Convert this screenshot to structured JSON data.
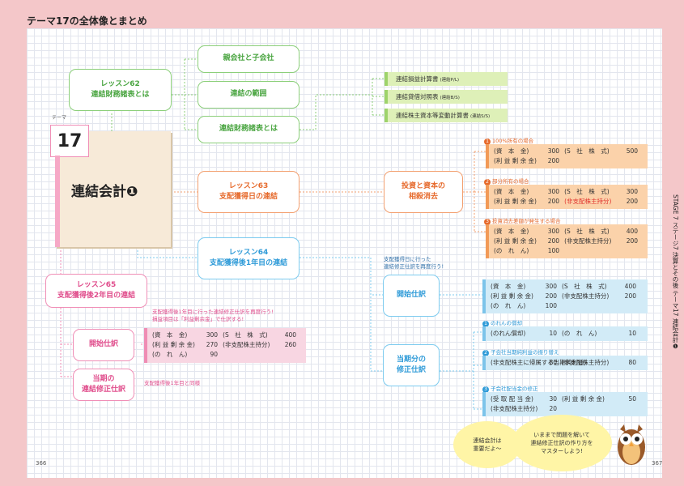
{
  "header": {
    "title": "テーマ17の全体像とまとめ"
  },
  "theme_card": {
    "tag": "テーマ",
    "number": "17",
    "title": "連結会計❶"
  },
  "lessons": {
    "l62": "レッスン62\n連結財務諸表とは",
    "l63": "レッスン63\n支配獲得日の連結",
    "l64": "レッスン64\n支配獲得後1年目の連結",
    "l65": "レッスン65\n支配獲得後2年目の連結"
  },
  "green_boxes": [
    "親会社と子会社",
    "連結の範囲",
    "連結財務諸表とは"
  ],
  "statements": [
    {
      "name": "連結損益計算書",
      "abbr": "(連結P/L)"
    },
    {
      "name": "連結貸借対照表",
      "abbr": "(連結B/S)"
    },
    {
      "name": "連結株主資本等変動計算書",
      "abbr": "(連結S/S)"
    }
  ],
  "orange_center": "投資と資本の\n相殺消去",
  "blue_boxes": {
    "opening": "開始仕訳",
    "current": "当期分の\n修正仕訳"
  },
  "pink_boxes": {
    "opening": "開始仕訳",
    "current": "当期の\n連結修正仕訳"
  },
  "orange_entries": [
    {
      "label": "100%所有の場合",
      "num": "1",
      "rows": [
        [
          "(資　本　金)",
          "300",
          "(S　社　株　式)",
          "500",
          ""
        ],
        [
          "(利 益 剰 余 金)",
          "200",
          "",
          "",
          ""
        ]
      ]
    },
    {
      "label": "部分所有の場合",
      "num": "2",
      "rows": [
        [
          "(資　本　金)",
          "300",
          "(S　社　株　式)",
          "300",
          ""
        ],
        [
          "(利 益 剰 余 金)",
          "200",
          "(非支配株主持分)",
          "200",
          "red"
        ]
      ]
    },
    {
      "label": "投資消去差額が発生する場合",
      "num": "3",
      "rows": [
        [
          "(資　本　金)",
          "300",
          "(S　社　株　式)",
          "400",
          ""
        ],
        [
          "(利 益 剰 余 金)",
          "200",
          "(非支配株主持分)",
          "200",
          ""
        ],
        [
          "(の　れ　ん)",
          "100",
          "",
          "",
          "red"
        ]
      ]
    }
  ],
  "blue_opening_rows": [
    [
      "(資　本　金)",
      "300",
      "(S　社　株　式)",
      "400"
    ],
    [
      "(利 益 剰 余 金)",
      "200",
      "(非支配株主持分)",
      "200"
    ],
    [
      "(の　れ　ん)",
      "100",
      "",
      ""
    ]
  ],
  "blue_current": [
    {
      "num": "1",
      "label": "のれんの償却",
      "rows": [
        [
          "(のれん償却)",
          "10",
          "(の　れ　ん)",
          "10"
        ]
      ]
    },
    {
      "num": "2",
      "label": "子会社当期純利益の振り替え",
      "rows": [
        [
          "(非支配株主に帰属する当期純利益)",
          "80",
          "(非支配株主持分)",
          "80"
        ]
      ]
    },
    {
      "num": "3",
      "label": "子会社配当金の修正",
      "rows": [
        [
          "(受 取 配 当 金)",
          "30",
          "(利 益 剰 余 金)",
          "50"
        ],
        [
          "(非支配株主持分)",
          "20",
          "",
          ""
        ]
      ]
    }
  ],
  "pink_rows": [
    [
      "(資　本　金)",
      "300",
      "(S　社　株　式)",
      "400"
    ],
    [
      "(利 益 剰 余 金)",
      "270",
      "(非支配株主持分)",
      "260"
    ],
    [
      "(の　れ　ん)",
      "90",
      "",
      ""
    ]
  ],
  "notes": {
    "blue_top": "支配獲得日に行った\n連結修正仕訳を再度行う!",
    "pink_top": "支配獲得後1年目に行った連結修正仕訳を再度行う!\n損益項目は「利益剰余金」で仕訳する!",
    "pink_side": "支配獲得後1年目と同様"
  },
  "bubbles": {
    "left": "連結会計は\n重要だよ〜",
    "right": "いままで問題を解いて\n連結修正仕訳の作り方を\nマスターしよう!"
  },
  "pages": {
    "left": "366",
    "right": "367"
  },
  "sidebar": {
    "text": "STAGE 7 ステージ7 決算とその後 テーマ17 連結会計❶"
  },
  "colors": {
    "green": "#8ccf7a",
    "orange": "#f3a070",
    "blue": "#7ccbef",
    "pink": "#f08eb6"
  }
}
